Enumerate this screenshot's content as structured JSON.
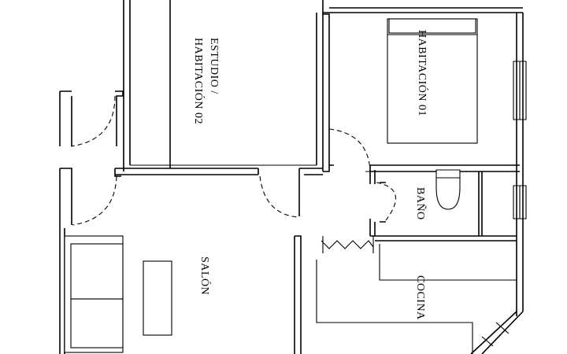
{
  "rooms": {
    "estudio_line1": "ESTUDIO /",
    "estudio_line2": "HABITACIÓN 02",
    "habitacion01": "HABITACIÓN 01",
    "bano": "BAÑO",
    "salon": "SALÓN",
    "cocina": "COCINA"
  }
}
